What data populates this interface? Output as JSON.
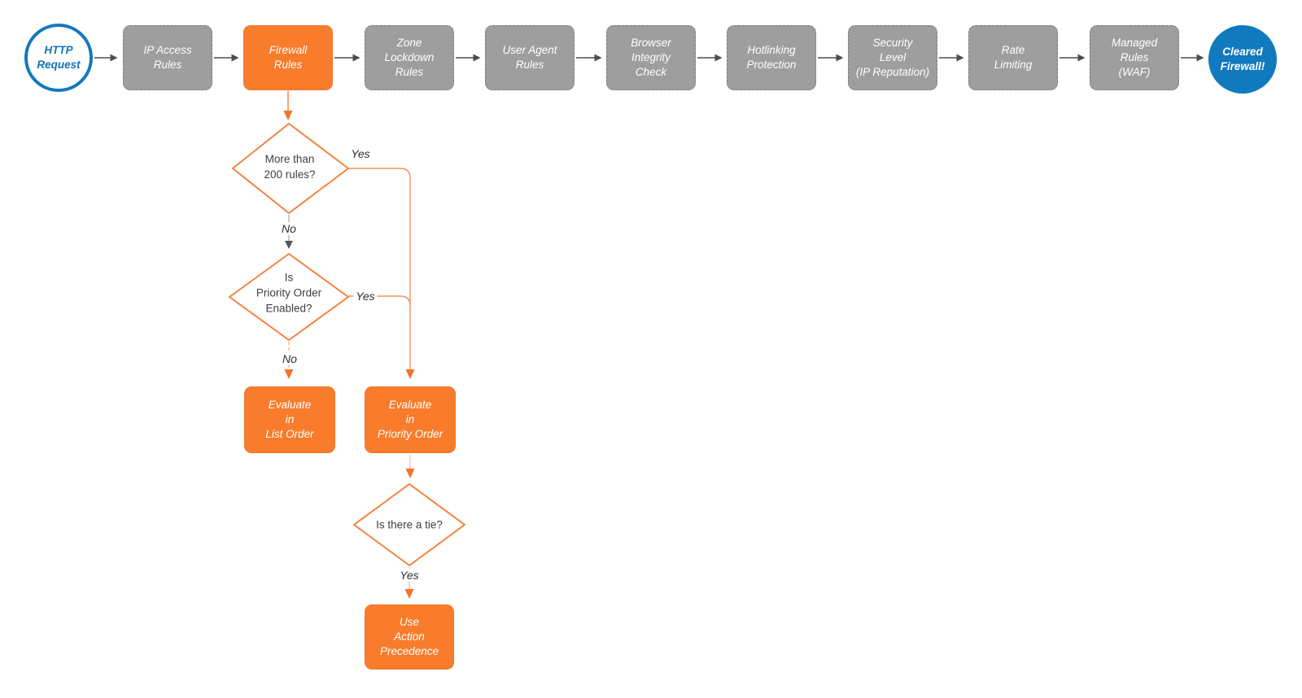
{
  "flow": {
    "start": {
      "label": "HTTP\nRequest"
    },
    "stages": [
      {
        "label": "IP Access\nRules"
      },
      {
        "label": "Firewall\nRules"
      },
      {
        "label": "Zone\nLockdown\nRules"
      },
      {
        "label": "User Agent\nRules"
      },
      {
        "label": "Browser\nIntegrity\nCheck"
      },
      {
        "label": "Hotlinking\nProtection"
      },
      {
        "label": "Security\nLevel\n(IP Reputation)"
      },
      {
        "label": "Rate\nLimiting"
      },
      {
        "label": "Managed\nRules\n(WAF)"
      }
    ],
    "end": {
      "label": "Cleared\nFirewall!"
    },
    "decisions": [
      {
        "label": "More than\n200 rules?"
      },
      {
        "label": "Is\nPriority Order\nEnabled?"
      },
      {
        "label": "Is there a tie?"
      }
    ],
    "outcomes": [
      {
        "label": "Evaluate\nin\nList Order"
      },
      {
        "label": "Evaluate\nin\nPriority Order"
      },
      {
        "label": "Use\nAction\nPrecedence"
      }
    ],
    "edge_labels": {
      "d1_yes": "Yes",
      "d1_no": "No",
      "d2_yes": "Yes",
      "d2_no": "No",
      "d3_yes": "Yes"
    }
  },
  "colors": {
    "accent_orange": "#F87C2C",
    "connector_orange": "#F5823F",
    "neutral_gray": "#9E9E9E",
    "brand_blue": "#1478BE",
    "connector_dark": "#4D4D4D"
  }
}
